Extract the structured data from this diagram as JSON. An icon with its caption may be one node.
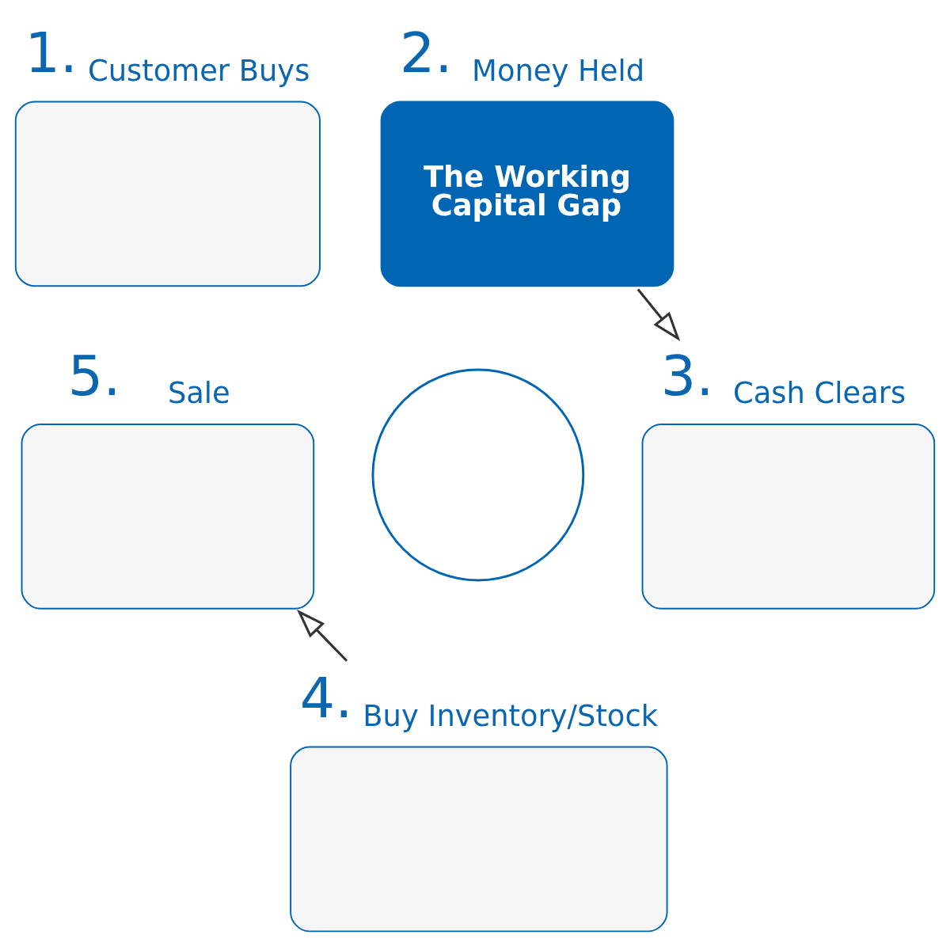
{
  "diagram": {
    "nodes": [
      {
        "text": [
          "1.",
          "Customer Buys"
        ]
      },
      {
        "text": [
          "2.",
          "Money Held",
          "The Working Capital Gap"
        ]
      },
      {
        "text": [
          "3.",
          "Cash Clears"
        ]
      },
      {
        "text": [
          "4.",
          "Buy Inventory/Stock"
        ]
      },
      {
        "text": [
          "5.",
          "Sale"
        ]
      },
      {
        "text": [],
        "shape": "circle"
      }
    ],
    "edges": [
      {
        "from": 1,
        "to": 2,
        "arrow": "to"
      },
      {
        "from": 3,
        "to": 4,
        "arrow": "to"
      }
    ]
  }
}
